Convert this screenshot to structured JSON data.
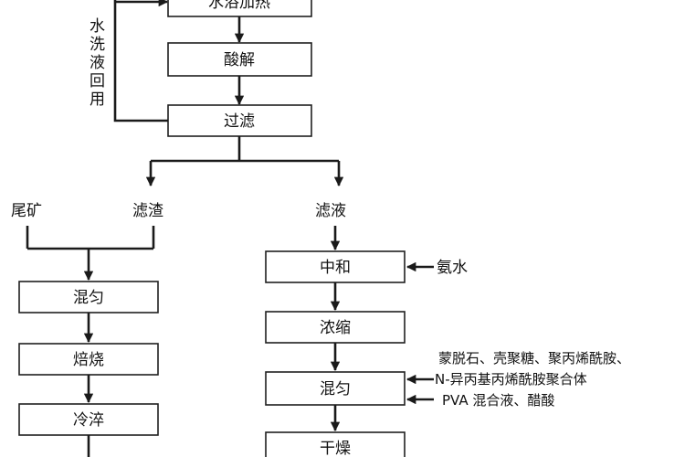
{
  "nodes": {
    "top_process": "水浴加热",
    "acid": "酸解",
    "filter": "过滤",
    "residue": "滤渣",
    "tailings": "尾矿",
    "filtrate": "滤液",
    "mix_left": "混匀",
    "roast": "焙烧",
    "quench": "冷淬",
    "neutralize": "中和",
    "concentrate": "浓缩",
    "mix_right": "混匀",
    "dry": "干燥"
  },
  "inputs": {
    "recycle": [
      "水",
      "洗",
      "液",
      "回",
      "用"
    ],
    "ammonia": "氨水",
    "additives_line1": "蒙脱石、壳聚糖、聚丙烯酰胺、",
    "additives_line2": "N-异丙基丙烯酰胺聚合体",
    "additives_line3": "PVA 混合液、醋酸"
  }
}
